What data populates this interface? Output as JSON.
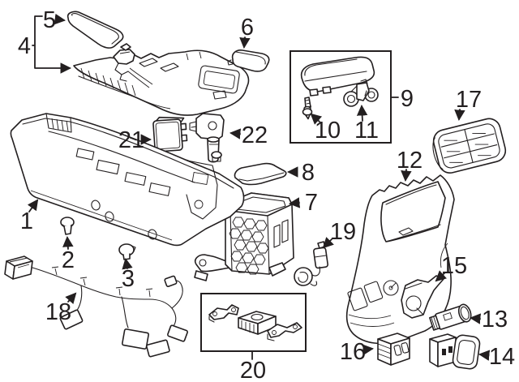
{
  "diagram": {
    "description": "Exploded parts illustration of a vehicle center console assembly with numbered callouts",
    "background_color": "#ffffff",
    "line_color": "#231f20",
    "callouts": [
      {
        "label": "1"
      },
      {
        "label": "2"
      },
      {
        "label": "3"
      },
      {
        "label": "4"
      },
      {
        "label": "5"
      },
      {
        "label": "6"
      },
      {
        "label": "7"
      },
      {
        "label": "8"
      },
      {
        "label": "9"
      },
      {
        "label": "10"
      },
      {
        "label": "11"
      },
      {
        "label": "12"
      },
      {
        "label": "13"
      },
      {
        "label": "14"
      },
      {
        "label": "15"
      },
      {
        "label": "16"
      },
      {
        "label": "17"
      },
      {
        "label": "18"
      },
      {
        "label": "19"
      },
      {
        "label": "20"
      },
      {
        "label": "21"
      },
      {
        "label": "22"
      }
    ]
  }
}
